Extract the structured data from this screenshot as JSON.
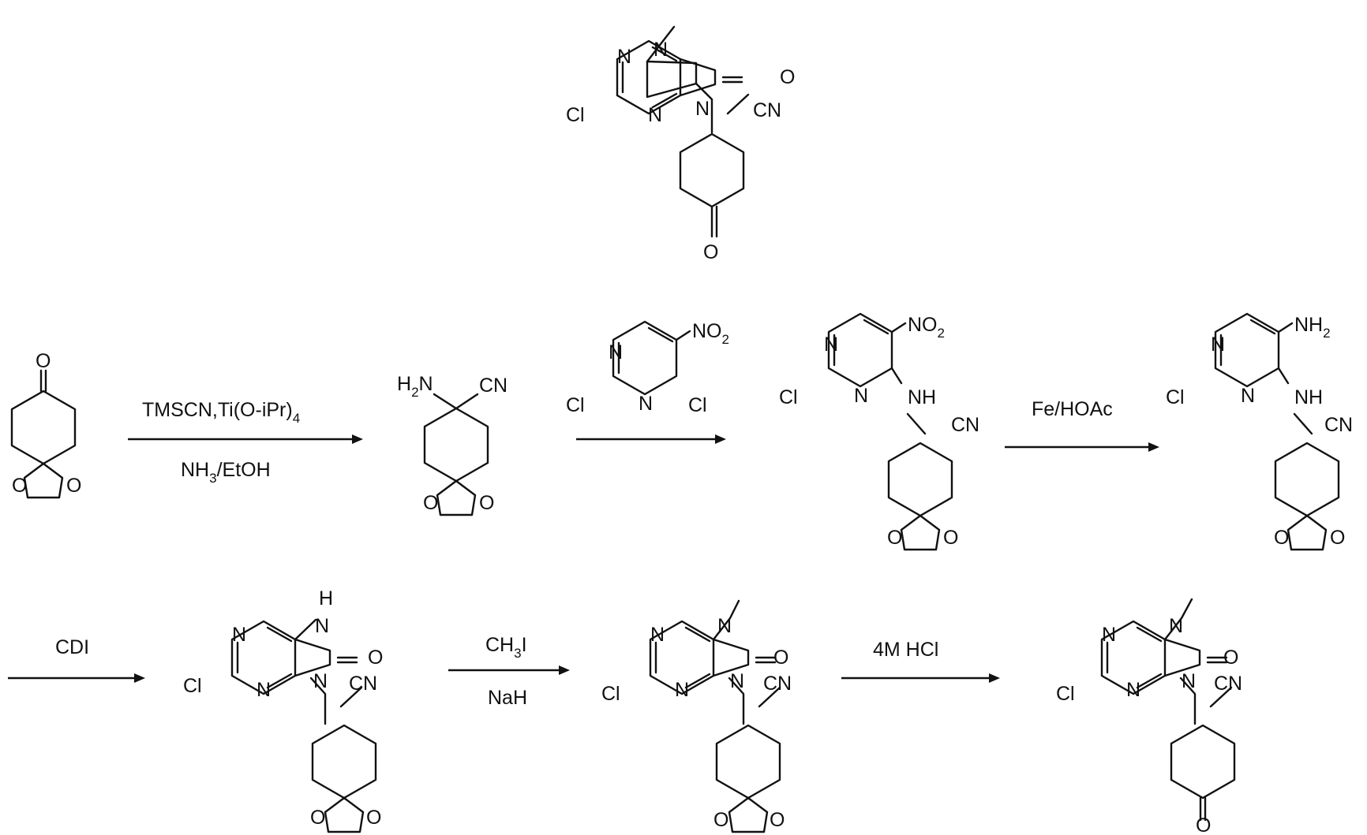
{
  "scheme": {
    "steps": [
      {
        "top": "TMSCN,Ti(O-iPr)",
        "top_sub": "4",
        "bottom_a": "NH",
        "bottom_sub": "3",
        "bottom_b": "/EtOH"
      },
      {
        "top": "",
        "bottom": ""
      },
      {
        "top": "Fe/HOAc",
        "bottom": ""
      },
      {
        "top": "CDI",
        "bottom": ""
      },
      {
        "top_a": "CH",
        "top_sub": "3",
        "top_b": "I",
        "bottom": "NaH"
      },
      {
        "top": "4M HCl",
        "bottom": ""
      }
    ],
    "atoms": {
      "N": "N",
      "O": "O",
      "Cl": "Cl",
      "CN": "CN",
      "NH": "NH",
      "H": "H",
      "H2N_a": "H",
      "H2N_sub": "2",
      "H2N_b": "N",
      "NO2_a": "NO",
      "NO2_sub": "2",
      "NH2_a": "NH",
      "NH2_sub": "2"
    }
  }
}
